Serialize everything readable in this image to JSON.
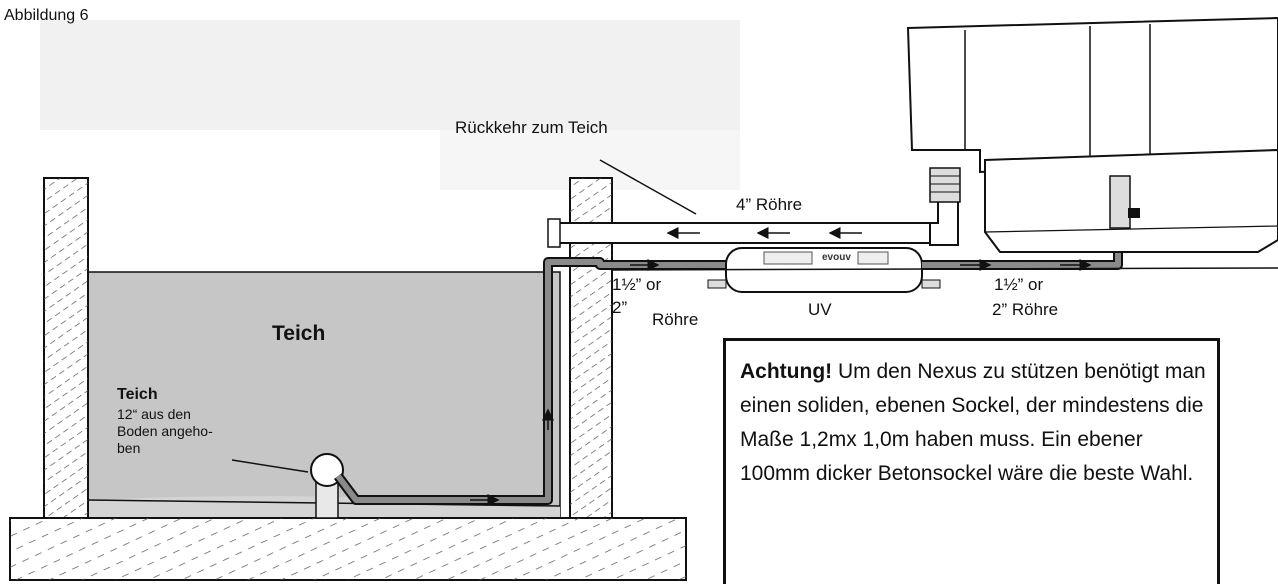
{
  "figure_label": "Abbildung 6",
  "labels": {
    "return": "Rückkehr  zum Teich",
    "pipe_4in": "4”  Röhre",
    "pipe_left_line1": "1½”  or",
    "pipe_left_line2": "2”",
    "pipe_left_line3": "Röhre",
    "uv": "UV",
    "uv_brand": "evouv",
    "pipe_right_line1": "1½”  or",
    "pipe_right_line2": "2”  Röhre",
    "pond_title": "Teich",
    "pond_subtitle": "Teich",
    "pond_description": "12“ aus den Boden angeho-ben"
  },
  "caution": {
    "heading": "Achtung!",
    "body": " Um den Nexus zu stützen benötigt man einen soliden, ebenen Sockel, der mindestens die Maße 1,2mx 1,0m haben muss. Ein ebener 100mm dicker Betonsockel wäre die beste Wahl."
  },
  "colors": {
    "pond_water": "#c6c6c6",
    "pipe_fill": "#8a8a8a",
    "outline": "#111111"
  }
}
